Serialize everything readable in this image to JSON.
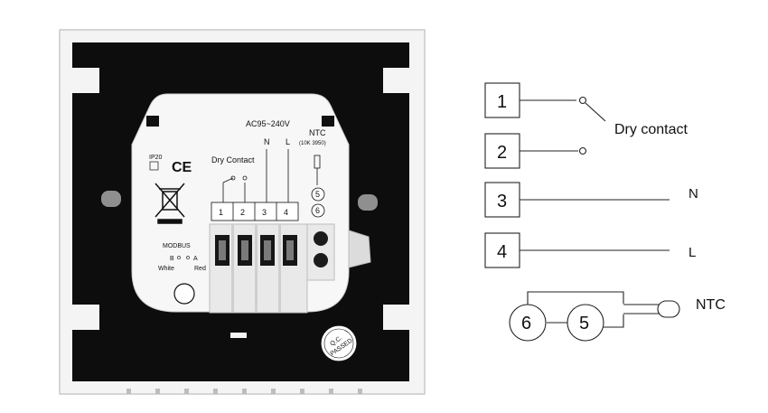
{
  "device": {
    "voltage_label": "AC95~240V",
    "ip_rating": "IP20",
    "ce_mark": "CE",
    "dry_contact_label": "Dry Contact",
    "n_label": "N",
    "l_label": "L",
    "ntc_label": "NTC",
    "ntc_spec": "(10K 3950)",
    "terminals": [
      "1",
      "2",
      "3",
      "4"
    ],
    "ntc_terminals": [
      "5",
      "6"
    ],
    "modbus_label": "MODBUS",
    "modbus_b": "B",
    "modbus_a": "A",
    "modbus_white": "White",
    "modbus_red": "Red",
    "qc_line1": "Q.C.",
    "qc_line2": "PASSED"
  },
  "schematic": {
    "terminals": [
      {
        "num": "1",
        "label": ""
      },
      {
        "num": "2",
        "label": ""
      },
      {
        "num": "3",
        "label": "N"
      },
      {
        "num": "4",
        "label": "L"
      }
    ],
    "dry_contact_label": "Dry contact",
    "ntc_label": "NTC",
    "ntc_nodes": [
      "6",
      "5"
    ]
  }
}
